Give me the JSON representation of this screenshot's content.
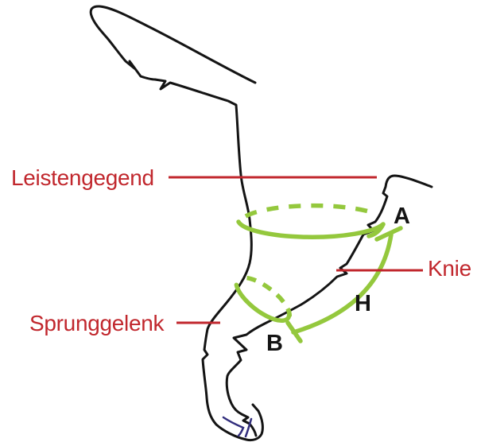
{
  "diagram": {
    "region_labels": {
      "groin": "Leistengegend",
      "knee": "Knie",
      "hock_joint": "Sprunggelenk"
    },
    "measure_labels": {
      "a": "A",
      "b": "B",
      "h": "H"
    },
    "colors": {
      "label_red": "#C1272D",
      "measure_green": "#94C83D",
      "outline_black": "#141414",
      "claw_purple": "#322E7D",
      "background": "#FFFFFF"
    }
  }
}
